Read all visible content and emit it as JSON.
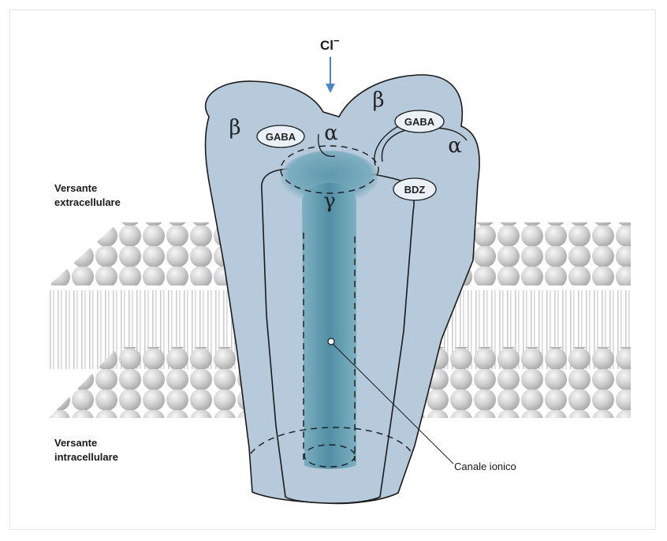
{
  "ion": {
    "symbol": "Cl",
    "charge": "−"
  },
  "sides": {
    "extracellular": [
      "Versante",
      "extracellulare"
    ],
    "intracellular": [
      "Versante",
      "intracellulare"
    ]
  },
  "subunits": {
    "beta_left": "β",
    "alpha_top": "α",
    "beta_right": "β",
    "alpha_right": "α",
    "gamma": "γ"
  },
  "binding_sites": {
    "gaba_left": "GABA",
    "gaba_right": "GABA",
    "bdz": "BDZ"
  },
  "callout": {
    "channel": "Canale ionico"
  },
  "colors": {
    "receptor_fill": "#b6cadb",
    "channel_fill": "#5e99ae",
    "membrane_head": "#cfcfcf",
    "arrow": "#4a86c5"
  }
}
